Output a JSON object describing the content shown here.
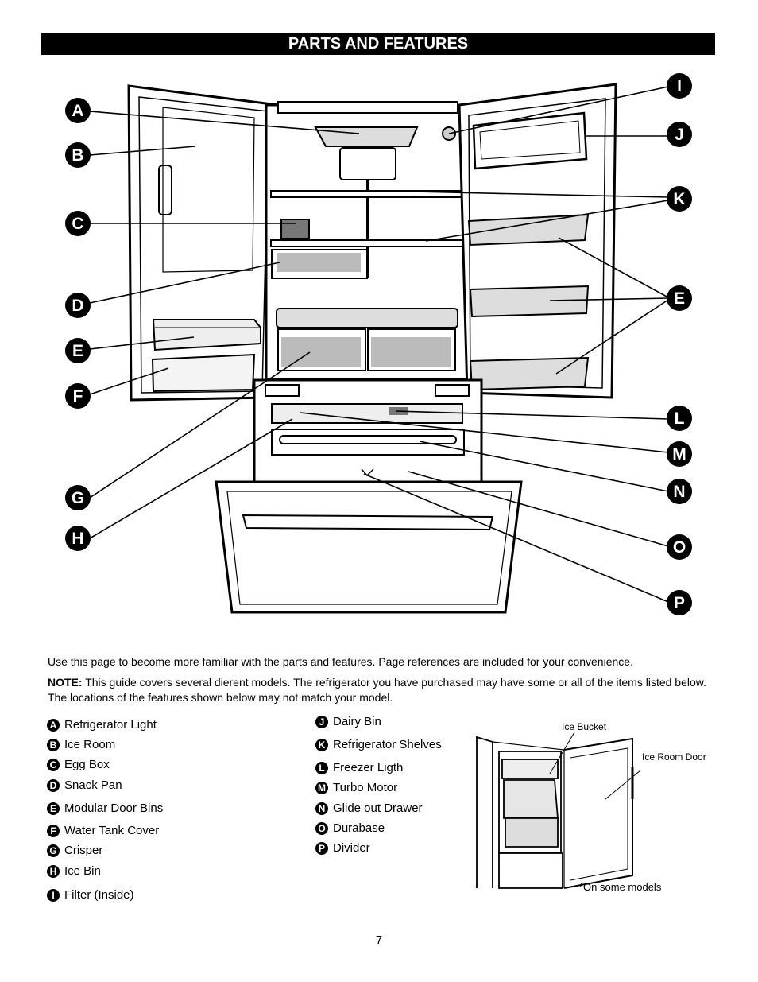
{
  "header": {
    "title": "PARTS AND FEATURES"
  },
  "callouts": [
    "A",
    "B",
    "C",
    "D",
    "E",
    "F",
    "G",
    "H",
    "I",
    "J",
    "K",
    "E",
    "L",
    "M",
    "N",
    "O",
    "P"
  ],
  "intro": "Use this page to become more familiar with the parts and features. Page references are included for your convenience.",
  "note": {
    "label": "NOTE:",
    "text": "This guide covers several dierent models. The refrigerator you have purchased may have some or all of the items listed below. The locations of the features shown below may not match your model."
  },
  "legend": {
    "left": [
      {
        "letter": "A",
        "label": "Refrigerator Light"
      },
      {
        "letter": "B",
        "label": "Ice Room"
      },
      {
        "letter": "C",
        "label": "Egg Box"
      },
      {
        "letter": "D",
        "label": "Snack Pan"
      },
      {
        "letter": "E",
        "label": "Modular Door Bins"
      },
      {
        "letter": "F",
        "label": "Water Tank Cover"
      },
      {
        "letter": "G",
        "label": "Crisper"
      },
      {
        "letter": "H",
        "label": "Ice Bin"
      },
      {
        "letter": "I",
        "label": "Filter (Inside)"
      }
    ],
    "right": [
      {
        "letter": "J",
        "label": "Dairy Bin"
      },
      {
        "letter": "K",
        "label": "Refrigerator Shelves"
      },
      {
        "letter": "L",
        "label": "Freezer Ligth"
      },
      {
        "letter": "M",
        "label": "Turbo Motor"
      },
      {
        "letter": "N",
        "label": "Glide out Drawer"
      },
      {
        "letter": "O",
        "label": "Durabase"
      },
      {
        "letter": "P",
        "label": "Divider"
      }
    ]
  },
  "inset": {
    "ice_bucket": "Ice Bucket",
    "ice_room_door": "Ice Room Door",
    "footnote": "*On some models"
  },
  "page_number": "7"
}
